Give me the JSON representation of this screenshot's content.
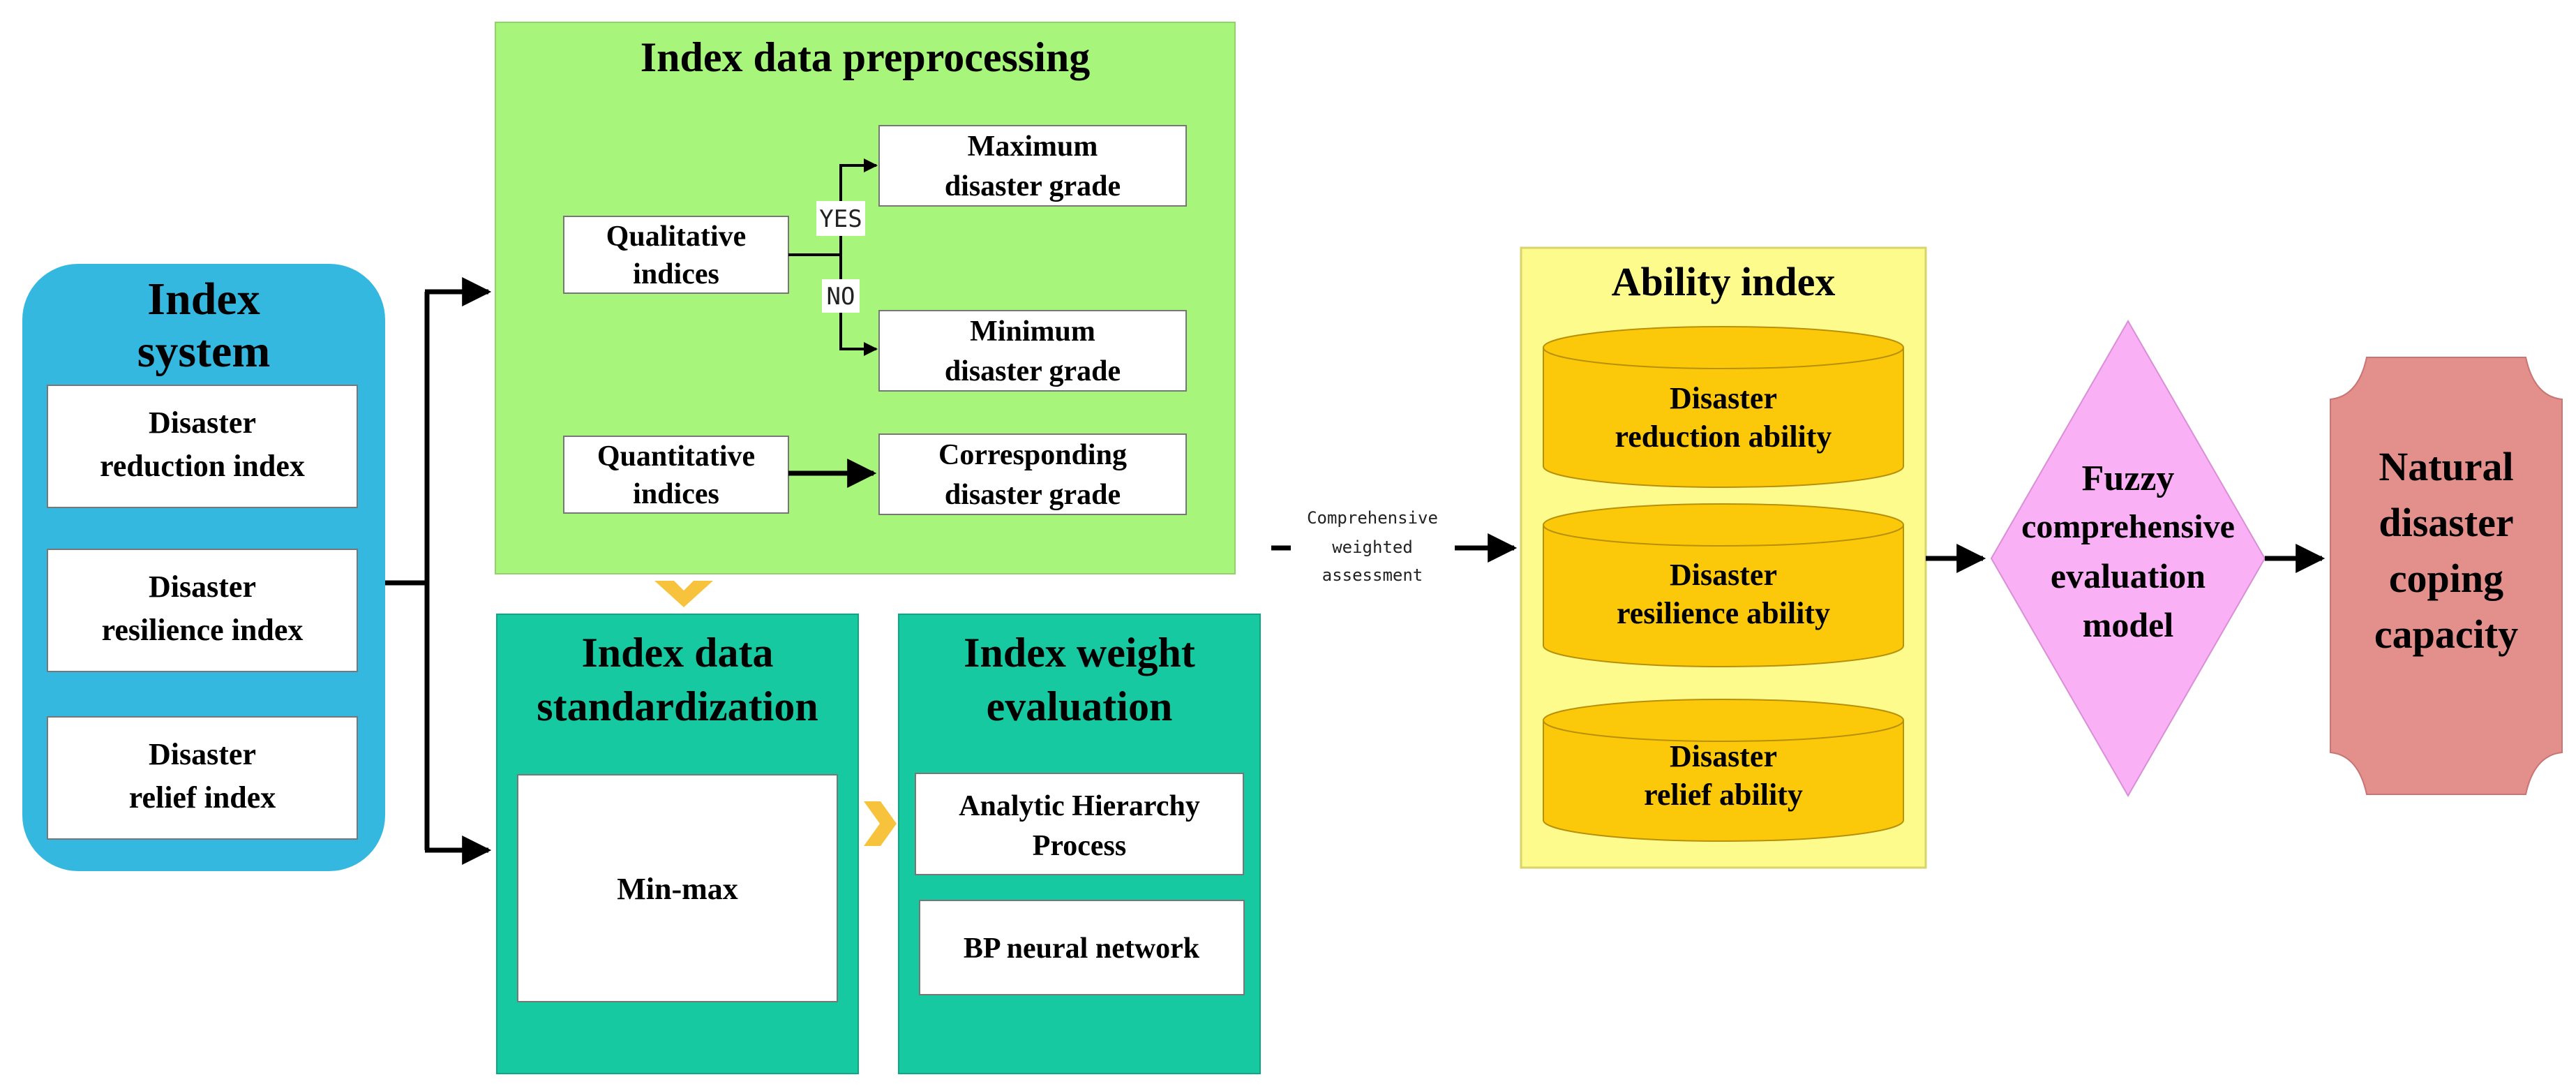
{
  "colors": {
    "index_system_fill": "#34b8e0",
    "preprocessing_fill": "#a8f57c",
    "teal_fill": "#17c9a0",
    "ability_fill": "#fdfb8c",
    "cylinder_fill": "#fcc80a",
    "diamond_fill": "#f9b0f5",
    "capacity_fill": "#e38f8c",
    "chevron": "#f7c33c"
  },
  "nodes": {
    "index_system": {
      "title_line1": "Index",
      "title_line2": "system",
      "items": [
        {
          "line1": "Disaster",
          "line2": "reduction index"
        },
        {
          "line1": "Disaster",
          "line2": "resilience index"
        },
        {
          "line1": "Disaster",
          "line2": "relief  index"
        }
      ]
    },
    "preprocessing": {
      "title": "Index data preprocessing",
      "qualitative": {
        "line1": "Qualitative",
        "line2": "indices"
      },
      "quantitative": {
        "line1": "Quantitative",
        "line2": "indices"
      },
      "max_grade": {
        "line1": "Maximum",
        "line2": "disaster grade"
      },
      "min_grade": {
        "line1": "Minimum",
        "line2": "disaster grade"
      },
      "corresponding_grade": {
        "line1": "Corresponding",
        "line2": "disaster grade"
      },
      "yes_label": "YES",
      "no_label": "NO"
    },
    "standardization": {
      "title_line1": "Index data",
      "title_line2": "standardization",
      "method": "Min-max"
    },
    "weight": {
      "title_line1": "Index weight",
      "title_line2": "evaluation",
      "method1_line1": "Analytic Hierarchy",
      "method1_line2": "Process",
      "method2": "BP neural network"
    },
    "edge_label": {
      "line1": "Comprehensive",
      "line2": "weighted",
      "line3": "assessment"
    },
    "ability": {
      "title": "Ability index",
      "items": [
        {
          "line1": "Disaster",
          "line2": "reduction ability"
        },
        {
          "line1": "Disaster",
          "line2": "resilience ability"
        },
        {
          "line1": "Disaster",
          "line2": "relief ability"
        }
      ]
    },
    "fuzzy": {
      "line1": "Fuzzy",
      "line2": "comprehensive",
      "line3": "evaluation",
      "line4": "model"
    },
    "capacity": {
      "line1": "Natural",
      "line2": "disaster",
      "line3": "coping",
      "line4": "capacity"
    }
  }
}
